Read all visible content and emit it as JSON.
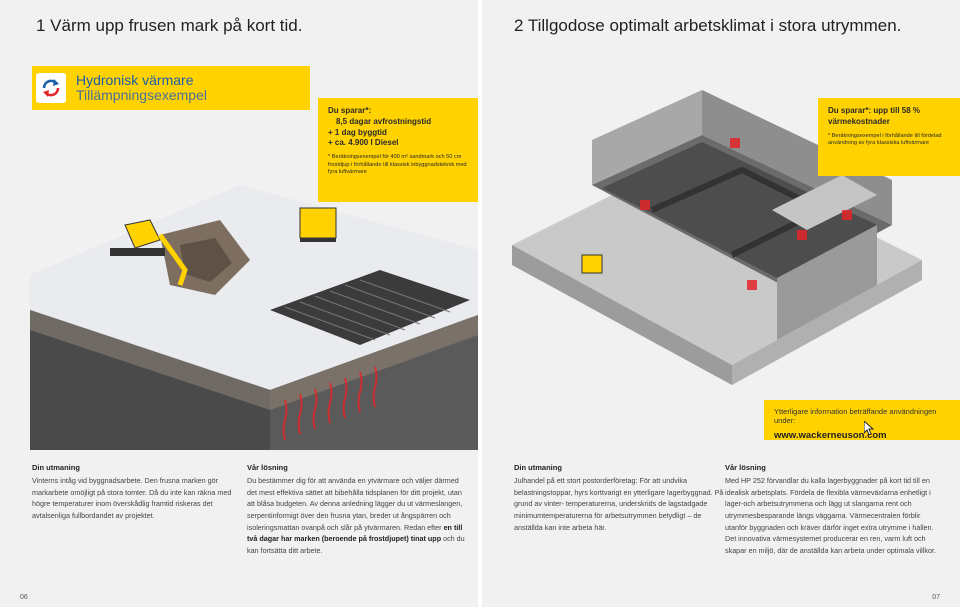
{
  "left": {
    "title": "1 Värm upp frusen mark på kort tid.",
    "tab": {
      "title": "Hydronisk värmare",
      "subtitle": "Tillämpningsexempel"
    },
    "savings": {
      "heading": "Du sparar*:",
      "line1": "8,5 dagar avfrostningstid",
      "line2": "+ 1 dag byggtid",
      "line3": "+ ca. 4.900 l Diesel",
      "note": "* Beräkningsexempel för 400 m² sandmark och 50 cm frostdjup i förhållande till klassisk inbyggnadsteknik med fyra luftvärmare"
    },
    "challenge": {
      "heading": "Din utmaning",
      "text": "Vinterns intåg vid byggnadsarbete. Den frusna marken gör markarbete omöjligt på stora tomter. Då du inte kan räkna med högre temperaturer inom överskådlig framtid riskeras det avtalsenliga fullbordandet av projektet."
    },
    "solution": {
      "heading": "Vår lösning",
      "text_before": "Du bestämmer dig för att använda en ytvärmare och väljer därmed det mest effektiva sättet att bibehålla tidsplanen för ditt projekt, utan att blåsa budgeten. Av denna anledning lägger du ut värmeslangen, serpentinformigt över den frusna ytan, breder ut ångspärren och isoleringsmattan ovanpå och slår på ytvärmaren. Redan efter ",
      "text_bold": "en till två dagar har marken (beroende på frostdjupet) tinat upp",
      "text_after": " och du kan fortsätta ditt arbete."
    },
    "page_number": "06"
  },
  "right": {
    "title": "2 Tillgodose optimalt arbetsklimat i stora utrymmen.",
    "savings": {
      "heading": "Du sparar*: upp till 58 %",
      "line1": "värmekostnader",
      "note": "* Beräkningsexempel i förhållande till fördelad användning av fyra klassiska luftvärmare"
    },
    "info": {
      "text": "Ytterligare information beträffande användningen under:",
      "url": "www.wackerneuson.com"
    },
    "challenge": {
      "heading": "Din utmaning",
      "text": "Julhandel på ett stort postorderföretag: För att undvika belastningstoppar, hyrs korttvarigt en ytterligare lagerbyggnad. På grund av vinter- temperaturerna, underskrids de lagstadgade minimumtemperaturerna för arbetsutrymmen betydligt – de anställda kan inte arbeta här."
    },
    "solution": {
      "heading": "Vår lösning",
      "text": "Med HP 252 förvandlar du kalla lagerbyggnader på kort tid till en idealisk arbetsplats. Fördela de flexibla värmeväxlarna enhetligt i lager-och arbetsutrymmena och lägg ut slangarna rent och utrymmesbesparande längs väggarna. Värmecentralen förblir utanför byggnaden och kräver därför inget extra utrymme i hallen. Det innovativa värmesystemet producerar en ren, varm luft och skapar en miljö, där de anställda kan arbeta under optimala villkor."
    },
    "page_number": "07"
  },
  "colors": {
    "brand_yellow": "#ffd200",
    "brand_blue": "#1b5fa8",
    "heat_red": "#e2262a"
  },
  "icons": [
    "heating-cycle-icon",
    "mouse-cursor-icon"
  ]
}
